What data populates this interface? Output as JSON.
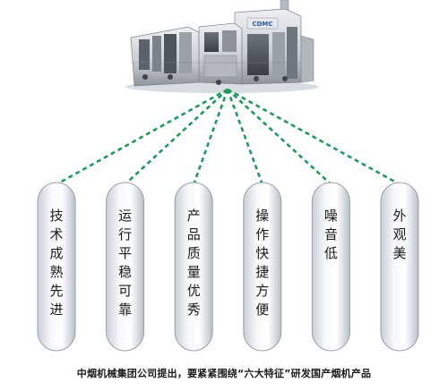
{
  "machine": {
    "brand_badge": "CDMC"
  },
  "features": [
    {
      "text": "技术成熟先进"
    },
    {
      "text": "运行平稳可靠"
    },
    {
      "text": "产品质量优秀"
    },
    {
      "text": "操作快捷方便"
    },
    {
      "text": "噪音低"
    },
    {
      "text": "外观美"
    }
  ],
  "caption": "中烟机械集团公司提出，要紧紧围绕“六大特征”研发国产烟机产品",
  "colors": {
    "connector": "#1f9a5a",
    "pill_edge": "#9aa0a8",
    "pill_fill_light": "#f7f8fa",
    "pill_fill_mid": "#d9dde3",
    "machine_body": "#c9cdd3",
    "machine_dark": "#4a5058"
  }
}
